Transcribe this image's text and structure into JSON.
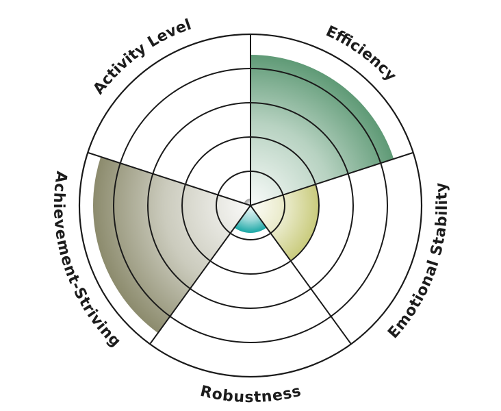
{
  "chart_data": {
    "type": "radial-bar",
    "title": "",
    "max": 5,
    "rings": 5,
    "categories": [
      "Efficiency",
      "Emotional Stability",
      "Robustness",
      "Achievement-Striving",
      "Activity Level"
    ],
    "values": [
      4.4,
      2.0,
      0.8,
      4.6,
      0.2
    ],
    "colors": [
      "#5f9a76",
      "#c9cb7c",
      "#1aa7a5",
      "#8c8b6d",
      "#9a9a9a"
    ],
    "stroke_color": "#1a1a1a",
    "grid": true,
    "legend": "none"
  }
}
